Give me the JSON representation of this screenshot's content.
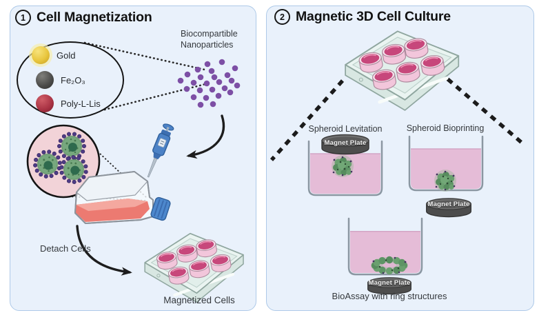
{
  "figure": {
    "panel_1": {
      "step_number": "1",
      "title": "Cell Magnetization",
      "legend": [
        {
          "label": "Gold",
          "color": "#e8c63e"
        },
        {
          "label": "Fe₂O₃",
          "color": "#4b4b49"
        },
        {
          "label": "Poly-L-Lis",
          "color": "#a93344"
        }
      ],
      "nanoparticles_label": "Biocompartible Nanoparticles",
      "detach_cells_label": "Detach Cells",
      "magnetized_cells_label": "Magnetized Cells"
    },
    "panel_2": {
      "step_number": "2",
      "title": "Magnetic 3D Cell Culture",
      "levitation_label": "Spheroid Levitation",
      "bioprinting_label": "Spheroid Bioprinting",
      "bioassay_label": "BioAssay with ring structures",
      "magnet_plate_label": "Magnet Plate"
    },
    "colors": {
      "panel_background": "#e9f1fb",
      "panel_border": "#adc9e8",
      "nanoparticle_purple": "#7d4fa5",
      "well_media_pink": "#c7477b",
      "beaker_liquid_pink": "#e5bcd7",
      "flask_media_red": "#ec7a71",
      "magnet_gray": "#5a5a5a",
      "spheroid_green": "#649a6c",
      "gold_sphere": "#e8c63e",
      "fe2o3_sphere": "#4b4b49",
      "poly_l_lis_sphere": "#a93344"
    }
  }
}
